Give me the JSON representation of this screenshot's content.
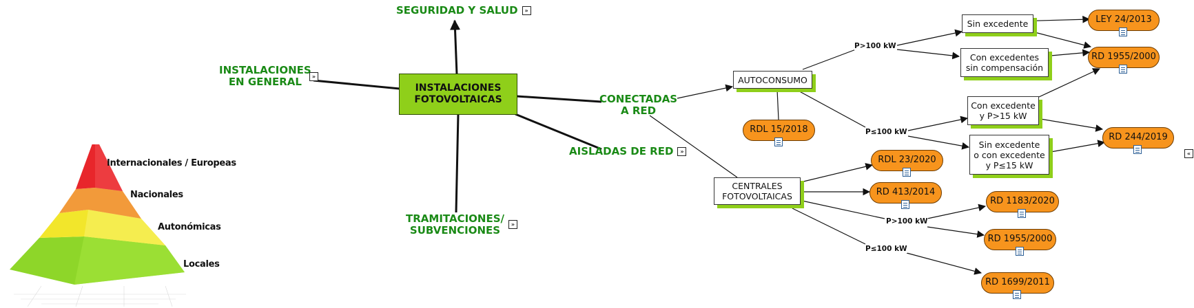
{
  "central": "INSTALACIONES FOTOVOLTAICAS",
  "branches": {
    "seguridad": "SEGURIDAD Y SALUD",
    "instalaciones_line1": "INSTALACIONES",
    "instalaciones_line2": "EN GENERAL",
    "conectadas_line1": "CONECTADAS",
    "conectadas_line2": "A RED",
    "aisladas": "AISLADAS DE RED",
    "tramitaciones_line1": "TRAMITACIONES/",
    "tramitaciones_line2": "SUBVENCIONES"
  },
  "nodes": {
    "autoconsumo": "AUTOCONSUMO",
    "centrales_line1": "CENTRALES",
    "centrales_line2": "FOTOVOLTAICAS",
    "sin_excedente": "Sin excedente",
    "con_exc_sin_comp_line1": "Con excedentes",
    "con_exc_sin_comp_line2": "sin compensación",
    "con_exc_p15_line1": "Con excedente",
    "con_exc_p15_line2": "y P>15 kW",
    "sin_o_con_line1": "Sin excedente",
    "sin_o_con_line2": "o con excedente",
    "sin_o_con_line3": "y P≤15 kW"
  },
  "laws": {
    "ley_24_2013": "LEY 24/2013",
    "rd_1955_top": "RD 1955/2000",
    "rd_244_2019": "RD 244/2019",
    "rdl_15_2018": "RDL 15/2018",
    "rdl_23_2020": "RDL 23/2020",
    "rd_413_2014": "RD 413/2014",
    "rd_1183_2020": "RD 1183/2020",
    "rd_1955_bottom": "RD 1955/2000",
    "rd_1699_2011": "RD 1699/2011"
  },
  "edge_labels": {
    "auto_gt100": "P>100 kW",
    "auto_le100": "P≤100 kW",
    "cent_gt100": "P>100 kW",
    "cent_le100": "P≤100 kW"
  },
  "pyramid": {
    "level1": "Internacionales / Europeas",
    "level2": "Nacionales",
    "level3": "Autonómicas",
    "level4": "Locales"
  },
  "colors": {
    "green_text": "#1a8a16",
    "central_fill": "#8fcf1a",
    "law_fill": "#f7941d",
    "pyramid_red": "#e8262b",
    "pyramid_orange": "#f29a3a",
    "pyramid_yellow": "#f2e62b",
    "pyramid_green": "#8ed629"
  },
  "icons": [
    "expand-icon",
    "document-icon",
    "collapse-icon"
  ]
}
